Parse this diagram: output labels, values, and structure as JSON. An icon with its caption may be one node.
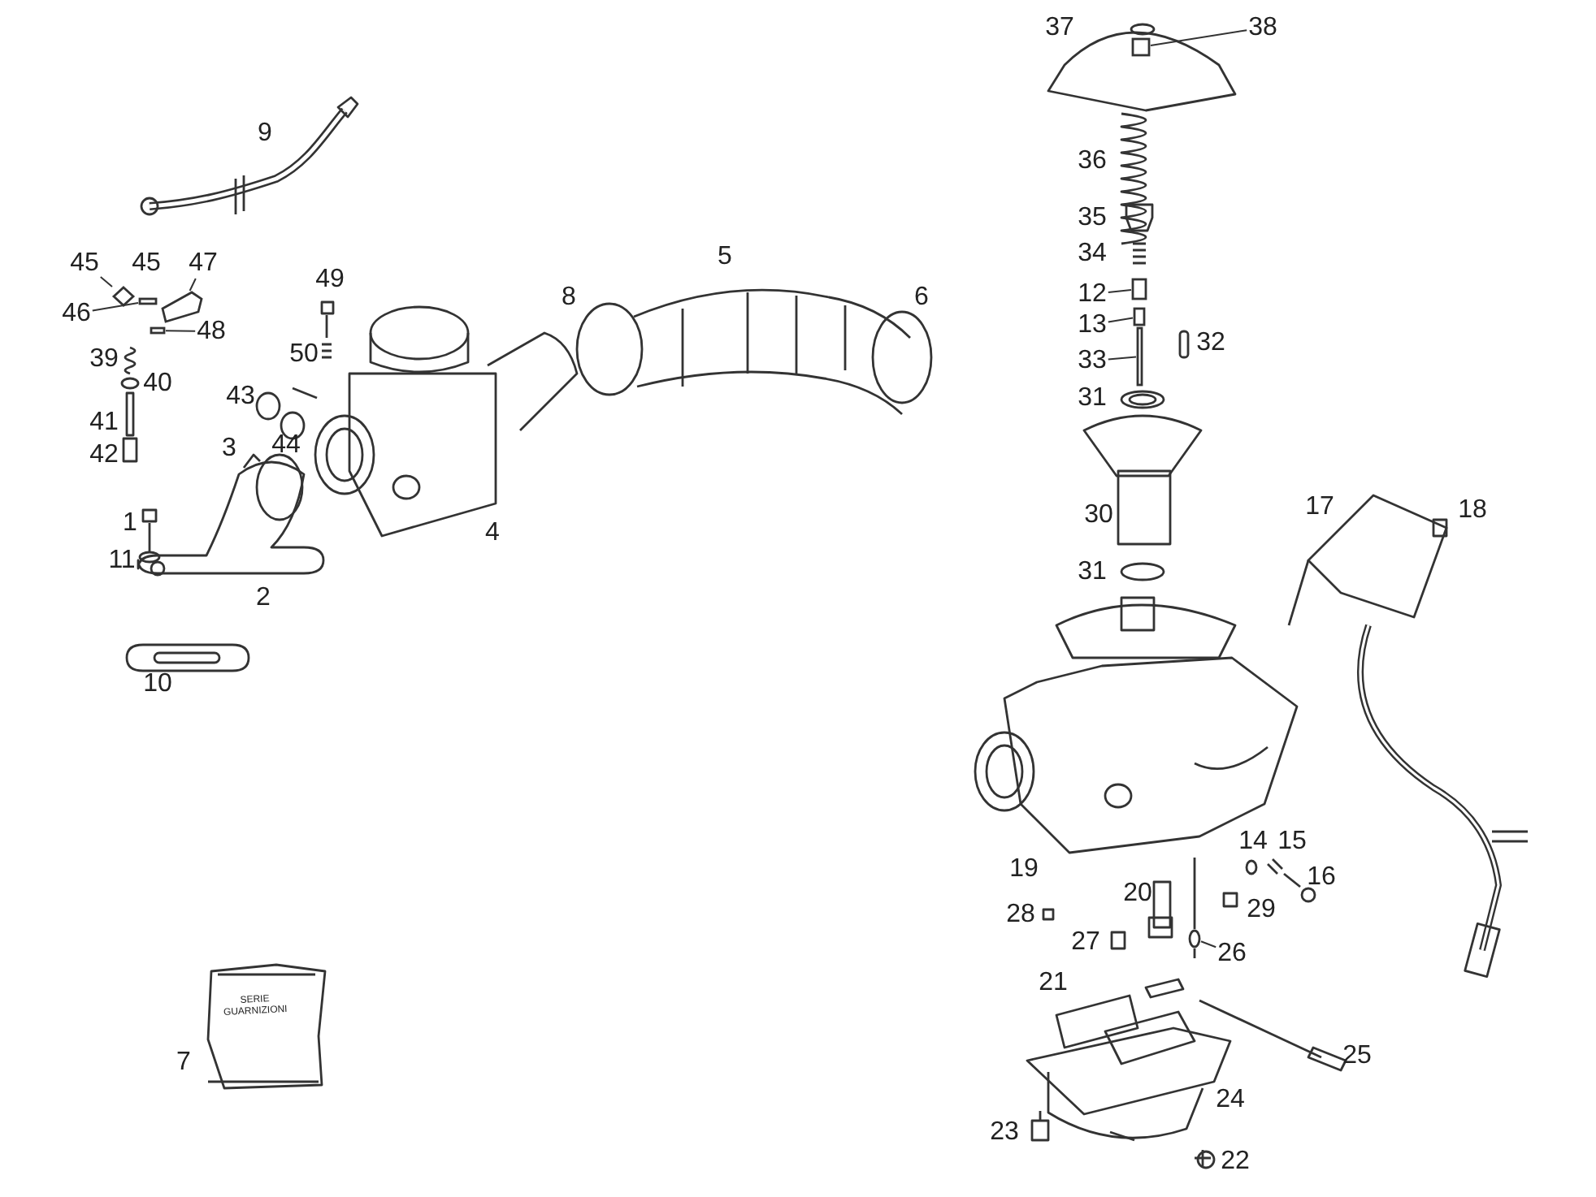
{
  "diagram": {
    "nodes": [
      {
        "text": [
          "45"
        ]
      },
      {
        "text": [
          "46"
        ]
      },
      {
        "text": [
          "47"
        ]
      },
      {
        "text": [
          "48"
        ]
      },
      {
        "text": [
          "38"
        ]
      },
      {
        "text": [
          "12"
        ]
      },
      {
        "text": [
          "13"
        ]
      },
      {
        "text": [
          "33"
        ]
      },
      {
        "text": [
          "26"
        ]
      },
      {
        "text": [],
        "shape": "diamond"
      },
      {
        "text": [],
        "shape": "box"
      },
      {
        "text": [],
        "shape": "picture"
      },
      {
        "text": [],
        "shape": "box"
      },
      {
        "text": [],
        "shape": "box"
      },
      {
        "text": [],
        "shape": "box"
      },
      {
        "text": [],
        "shape": "box"
      },
      {
        "text": [],
        "shape": "box"
      },
      {
        "text": [],
        "shape": "circle"
      }
    ],
    "edges": [
      {
        "from": 0,
        "to": 9,
        "arrow": "none"
      },
      {
        "from": 1,
        "to": 10,
        "arrow": "none"
      },
      {
        "from": 2,
        "to": 11,
        "arrow": "none"
      },
      {
        "from": 3,
        "to": 12,
        "arrow": "none"
      },
      {
        "from": 4,
        "to": 13,
        "arrow": "none"
      },
      {
        "from": 5,
        "to": 14,
        "arrow": "none"
      },
      {
        "from": 6,
        "to": 15,
        "arrow": "none"
      },
      {
        "from": 7,
        "to": 16,
        "arrow": "none"
      },
      {
        "from": 8,
        "to": 17,
        "arrow": "none"
      }
    ],
    "labels": [
      "37",
      "9",
      "36",
      "35",
      "34",
      "5",
      "45",
      "49",
      "8",
      "6",
      "32",
      "50",
      "39",
      "40",
      "31",
      "43",
      "41",
      "44",
      "3",
      "42",
      "17",
      "18",
      "30",
      "1",
      "11",
      "31",
      "2",
      "4",
      "10",
      "14",
      "15",
      "19",
      "16",
      "20",
      "29",
      "28",
      "27",
      "21",
      "SERIE GUARNIZIONI",
      "25",
      "7",
      "24",
      "23",
      "22"
    ]
  }
}
